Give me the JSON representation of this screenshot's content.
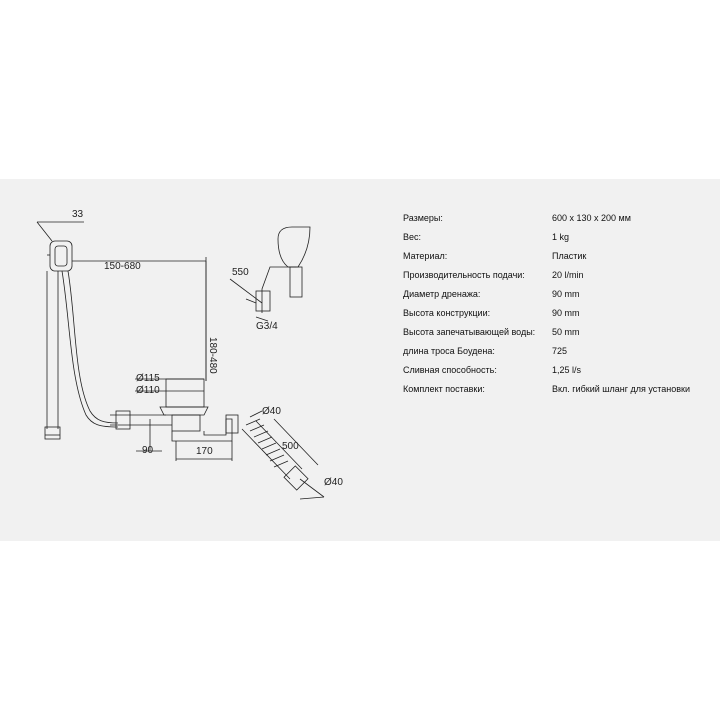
{
  "drawing": {
    "dimensions": {
      "d33": "33",
      "d150_680": "150-680",
      "d180_480": "180-480",
      "d115": "Ø115",
      "d110": "Ø110",
      "d90": "90",
      "d170": "170",
      "d40_top": "Ø40",
      "d500": "500",
      "d40_bottom": "Ø40",
      "d550": "550",
      "g34": "G3/4"
    }
  },
  "specs": [
    {
      "label": "Размеры:",
      "value": "600 x 130 x 200 мм"
    },
    {
      "label": "Вес:",
      "value": "1 kg"
    },
    {
      "label": "Материал:",
      "value": "Пластик"
    },
    {
      "label": "Производительность подачи:",
      "value": "20 l/min"
    },
    {
      "label": "Диаметр дренажа:",
      "value": "90 mm"
    },
    {
      "label": "Высота конструкции:",
      "value": "90 mm"
    },
    {
      "label": "Высота запечатывающей воды:",
      "value": "50 mm"
    },
    {
      "label": "длина троса Боудена:",
      "value": "725"
    },
    {
      "label": "Сливная способность:",
      "value": "1,25 l/s"
    },
    {
      "label": "Комплект поставки:",
      "value": "Вкл. гибкий шланг для установки"
    }
  ]
}
